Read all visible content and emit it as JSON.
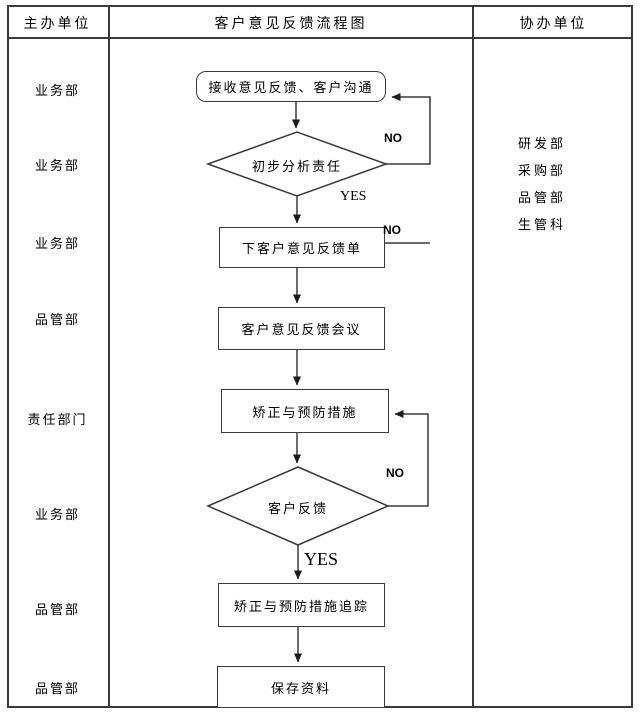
{
  "header": {
    "col_left": "主办单位",
    "col_center": "客户意见反馈流程图",
    "col_right": "协办单位"
  },
  "left_units": [
    "业务部",
    "业务部",
    "业务部",
    "品管部",
    "责任部门",
    "业务部",
    "品管部",
    "品管部"
  ],
  "right_units": [
    "研发部",
    "采购部",
    "品管部",
    "生管科"
  ],
  "flow": {
    "start": "接收意见反馈、客户沟通",
    "decision1": "初步分析责任",
    "step_form": "下客户意见反馈单",
    "step_meeting": "客户意见反馈会议",
    "step_corrective": "矫正与预防措施",
    "decision2": "客户反馈",
    "step_tracking": "矫正与预防措施追踪",
    "end": "保存资料",
    "no1": "NO",
    "no2": "NO",
    "no3": "NO",
    "yes1": "YES",
    "yes2": "YES"
  },
  "colors": {
    "line": "#3a3a3a",
    "text": "#000000",
    "background": "#ffffff"
  }
}
